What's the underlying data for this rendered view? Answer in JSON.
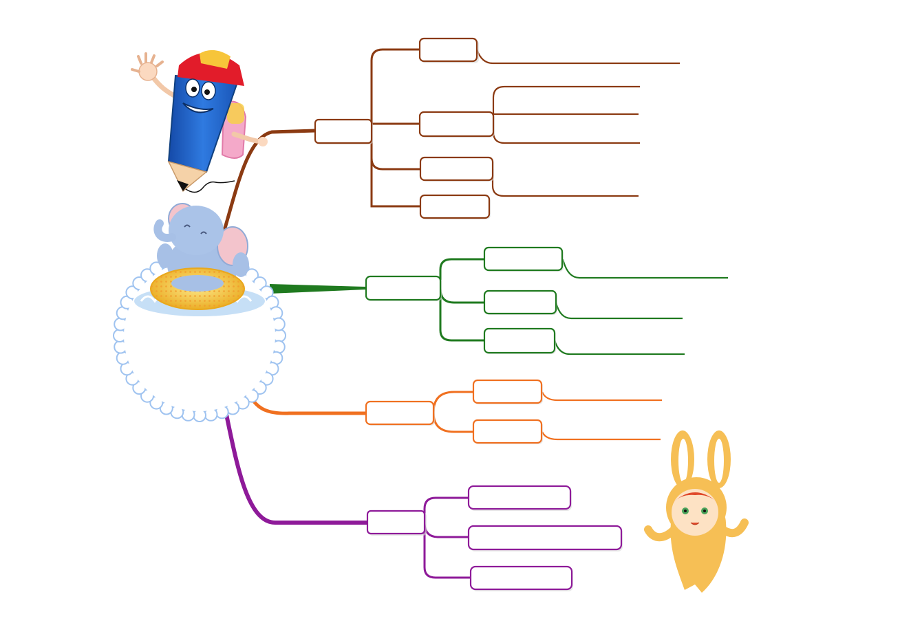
{
  "colors": {
    "brown": "#8b3a12",
    "green": "#1f7a1f",
    "orange": "#f07020",
    "purple": "#8e1a99",
    "cloud_edge": "#9fc3f0",
    "pencil_blue": "#1f5fc8",
    "elephant": "#a7c0e6",
    "rabbit": "#f6bf55",
    "float_ring": "#f2c12e"
  },
  "decorations": {
    "pencil": "pencil-mascot-illustration",
    "elephant": "elephant-in-swim-ring-illustration",
    "rabbit": "child-in-rabbit-costume-illustration",
    "center_cloud": "scalloped-cloud-center-node"
  },
  "mindmap": {
    "center": {
      "text": ""
    },
    "branches": [
      {
        "key": "brown",
        "text": "",
        "children": [
          {
            "text": "",
            "leaves": [
              ""
            ]
          },
          {
            "text": "",
            "leaves": [
              "",
              "",
              ""
            ]
          },
          {
            "text": "",
            "leaves": [
              ""
            ]
          },
          {
            "text": "",
            "leaves": []
          }
        ]
      },
      {
        "key": "green",
        "text": "",
        "children": [
          {
            "text": "",
            "leaves": [
              ""
            ]
          },
          {
            "text": "",
            "leaves": [
              ""
            ]
          },
          {
            "text": "",
            "leaves": [
              ""
            ]
          }
        ]
      },
      {
        "key": "orange",
        "text": "",
        "children": [
          {
            "text": "",
            "leaves": [
              ""
            ]
          },
          {
            "text": "",
            "leaves": [
              ""
            ]
          }
        ]
      },
      {
        "key": "purple",
        "text": "",
        "children": [
          {
            "text": "",
            "leaves": []
          },
          {
            "text": "",
            "leaves": []
          },
          {
            "text": "",
            "leaves": []
          }
        ]
      }
    ]
  }
}
